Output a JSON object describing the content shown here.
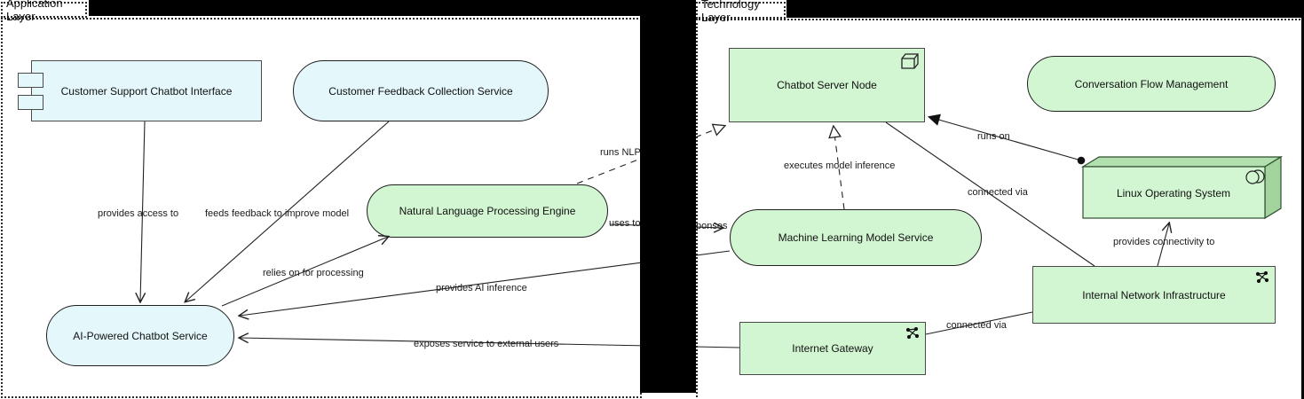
{
  "diagram": {
    "type": "archimate-view",
    "groups": [
      {
        "label": "Application Layer"
      },
      {
        "label": "Technology Layer"
      }
    ]
  },
  "nodes": [
    {
      "label": "Customer Support Chatbot Interface",
      "kind": "application-component",
      "icon": "component-icon",
      "fill": "#e4f7fb"
    },
    {
      "label": "Customer Feedback Collection Service",
      "kind": "application-service",
      "fill": "#e4f7fb"
    },
    {
      "label": "Natural Language Processing Engine",
      "kind": "application-service",
      "fill": "#d2f5d2"
    },
    {
      "label": "AI-Powered Chatbot Service",
      "kind": "application-service",
      "fill": "#e4f7fb"
    },
    {
      "label": "Chatbot Server Node",
      "kind": "node",
      "icon": "node-cube-icon",
      "fill": "#d2f5d2"
    },
    {
      "label": "Conversation Flow Management",
      "kind": "technology-service",
      "fill": "#d2f5d2"
    },
    {
      "label": "Machine Learning Model Service",
      "kind": "technology-service",
      "fill": "#d2f5d2"
    },
    {
      "label": "Linux Operating System",
      "kind": "system-software",
      "icon": "system-software-icon",
      "fill": "#d2f5d2"
    },
    {
      "label": "Internal Network Infrastructure",
      "kind": "communication-network",
      "icon": "network-icon",
      "fill": "#d2f5d2"
    },
    {
      "label": "Internet Gateway",
      "kind": "communication-network",
      "icon": "network-icon",
      "fill": "#d2f5d2"
    }
  ],
  "edge_labels": [
    {
      "text": "provides access to"
    },
    {
      "text": "feeds feedback to improve model"
    },
    {
      "text": "relies on for processing"
    },
    {
      "text": "runs NLP"
    },
    {
      "text": "uses to"
    },
    {
      "text": "ponses"
    },
    {
      "text": "provides AI inference"
    },
    {
      "text": "exposes service to external users"
    },
    {
      "text": "executes model inference"
    },
    {
      "text": "runs on"
    },
    {
      "text": "connected via"
    },
    {
      "text": "provides connectivity to"
    },
    {
      "text": "connected via"
    }
  ],
  "colors": {
    "app_element_fill": "#e4f7fb",
    "tech_element_fill": "#d2f5d2",
    "box_top_fill": "#b2dfae",
    "box_side_fill": "#a3d49e",
    "line_color": "#222222",
    "redaction_color": "#000000"
  }
}
